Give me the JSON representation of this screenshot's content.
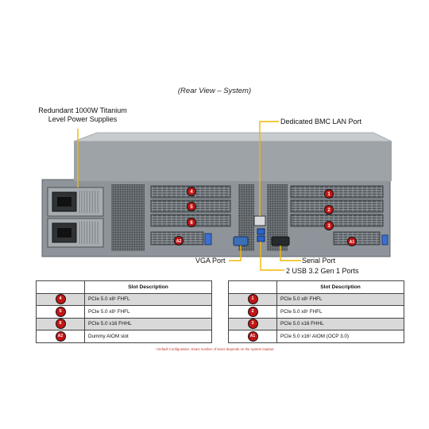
{
  "title": "(Rear View – System)",
  "callouts": {
    "psu_line1": "Redundant  1000W Titanium",
    "psu_line2": "Level Power Supplies",
    "bmc": "Dedicated BMC LAN Port",
    "vga": "VGA Port",
    "serial": "Serial Port",
    "usb": "2 USB 3.2 Gen 1 Ports"
  },
  "slot_markers": {
    "left": [
      "4",
      "5",
      "6",
      "A2"
    ],
    "right": [
      "1",
      "2",
      "3",
      "A1"
    ]
  },
  "left_table": {
    "header": [
      "",
      "Slot Description"
    ],
    "rows": [
      {
        "badge": "4",
        "desc": "PCIe 5.0 x8¹ FHFL"
      },
      {
        "badge": "5",
        "desc": "PCIe 5.0 x8¹ FHFL"
      },
      {
        "badge": "6",
        "desc": "PCIe 5.0 x16 FHHL"
      },
      {
        "badge": "A2",
        "desc": "Dummy AIOM slot"
      }
    ]
  },
  "right_table": {
    "header": [
      "",
      "Slot Description"
    ],
    "rows": [
      {
        "badge": "1",
        "desc": "PCIe 5.0 x8¹ FHFL"
      },
      {
        "badge": "2",
        "desc": "PCIe 5.0 x8¹ FHFL"
      },
      {
        "badge": "3",
        "desc": "PCIe 5.0 x16 FHHL"
      },
      {
        "badge": "A1",
        "desc": "PCIe 5.0 x16¹ AIOM (OCP 3.0)"
      }
    ]
  },
  "footnote": "¹ Default Configuration. Exact number of lanes depends on the system loadout",
  "colors": {
    "chassis": "#8e9499",
    "marker_red": "#c11616",
    "leader_yellow": "#f2b705",
    "vga_blue": "#3b6fb6",
    "usb_blue": "#2a64c8",
    "footnote_red": "#c0392b"
  }
}
